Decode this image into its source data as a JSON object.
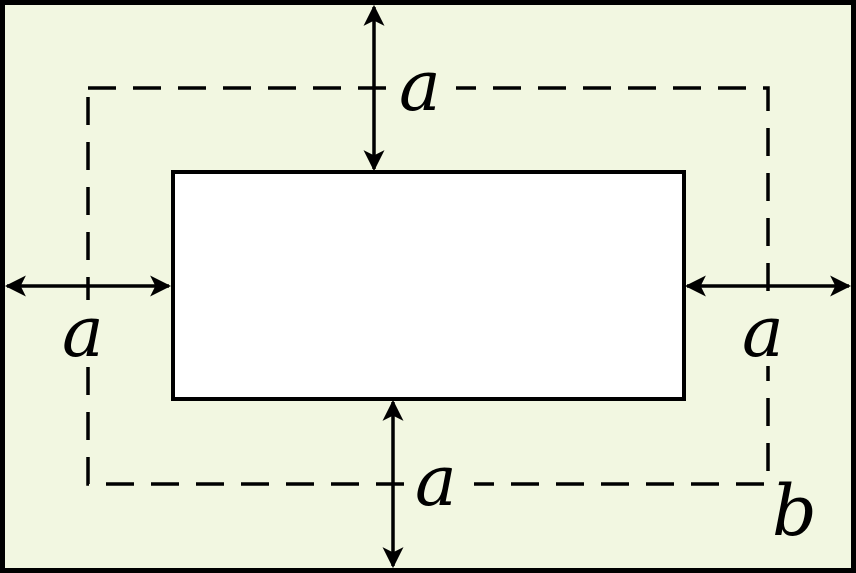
{
  "labels": {
    "margin_top": "a",
    "margin_left": "a",
    "margin_right": "a",
    "margin_bottom": "a",
    "dashed_boundary": "b"
  },
  "colors": {
    "background": "#f2f7e1",
    "inner_rect": "#ffffff",
    "stroke": "#000000"
  }
}
